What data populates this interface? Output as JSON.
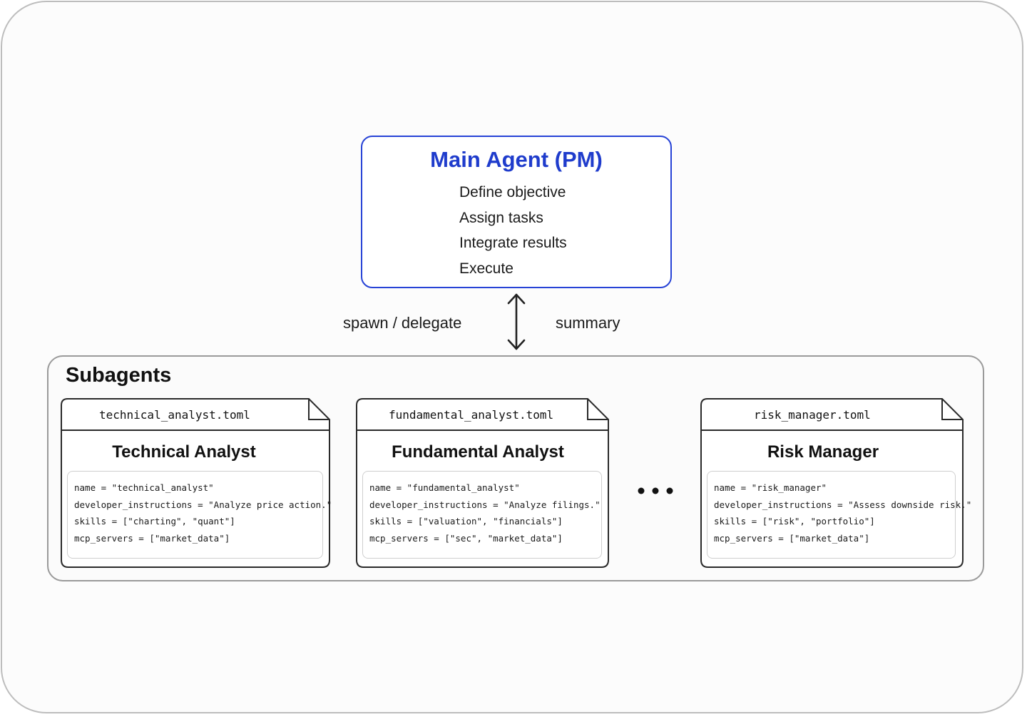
{
  "main_agent": {
    "title": "Main Agent (PM)",
    "items": [
      "Define objective",
      "Assign tasks",
      "Integrate results",
      "Execute"
    ]
  },
  "connector": {
    "left_label": "spawn / delegate",
    "right_label": "summary"
  },
  "subagents": {
    "title": "Subagents",
    "agents": [
      {
        "filename": "technical_analyst.toml",
        "title": "Technical Analyst",
        "config": [
          "name = \"technical_analyst\"",
          "developer_instructions = \"Analyze price action.\"",
          "skills = [\"charting\", \"quant\"]",
          "mcp_servers = [\"market_data\"]"
        ]
      },
      {
        "filename": "fundamental_analyst.toml",
        "title": "Fundamental Analyst",
        "config": [
          "name = \"fundamental_analyst\"",
          "developer_instructions = \"Analyze filings.\"",
          "skills = [\"valuation\", \"financials\"]",
          "mcp_servers = [\"sec\", \"market_data\"]"
        ]
      },
      {
        "filename": "risk_manager.toml",
        "title": "Risk Manager",
        "config": [
          "name = \"risk_manager\"",
          "developer_instructions = \"Assess downside risk.\"",
          "skills = [\"risk\", \"portfolio\"]",
          "mcp_servers = [\"market_data\"]"
        ]
      }
    ]
  },
  "colors": {
    "accent": "#1f3ccc",
    "border": "#9a9a9a",
    "text": "#111111"
  },
  "icons": {
    "connector": "double-headed-arrow-icon",
    "more": "ellipsis-icon"
  }
}
